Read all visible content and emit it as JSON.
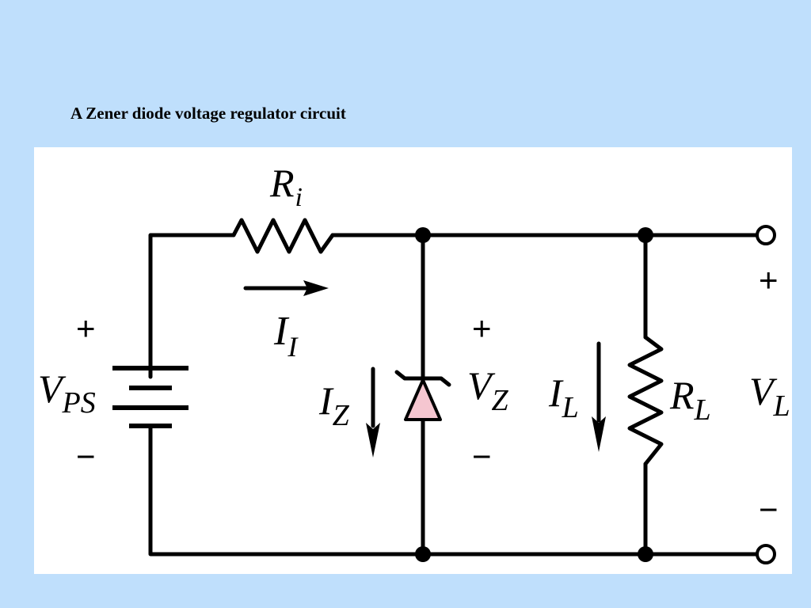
{
  "caption": "A Zener diode voltage regulator circuit",
  "labels": {
    "ri": {
      "main": "R",
      "sub": "i"
    },
    "ii": {
      "main": "I",
      "sub": "I"
    },
    "vps": {
      "main": "V",
      "sub": "PS"
    },
    "iz": {
      "main": "I",
      "sub": "Z"
    },
    "vz": {
      "main": "V",
      "sub": "Z"
    },
    "il": {
      "main": "I",
      "sub": "L"
    },
    "rl": {
      "main": "R",
      "sub": "L"
    },
    "vl": {
      "main": "V",
      "sub": "L"
    }
  },
  "signs": {
    "plus": "+",
    "minus": "−"
  },
  "colors": {
    "background": "#bfdffc",
    "panel": "#ffffff",
    "wire": "#000000",
    "zener_fill": "#f5c6d0"
  }
}
